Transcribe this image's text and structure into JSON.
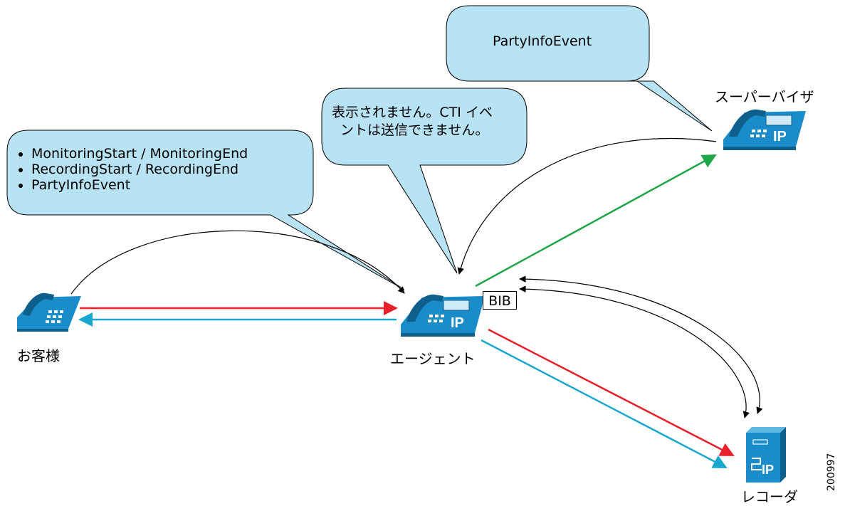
{
  "bubbles": {
    "left": {
      "items": [
        "MonitoringStart / MonitoringEnd",
        "RecordingStart / RecordingEnd",
        "PartyInfoEvent"
      ]
    },
    "middle": {
      "line1": "表示されません。CTI イベ",
      "line2": "ントは送信できません。"
    },
    "top": {
      "text": "PartyInfoEvent"
    }
  },
  "nodes": {
    "customer": "お客様",
    "agent": "エージェント",
    "supervisor": "スーパーバイザ",
    "recorder": "レコーダ",
    "bib": "BIB"
  },
  "figure_id": "200997",
  "colors": {
    "bubble_fill": "#b8e3f5",
    "phone_blue": "#1a8cc9",
    "red": "#e8202a",
    "cyan": "#19a7cf",
    "green": "#1fa648",
    "black": "#000000"
  },
  "icons": [
    "phone-icon",
    "ip-phone-icon",
    "recorder-server-icon"
  ]
}
